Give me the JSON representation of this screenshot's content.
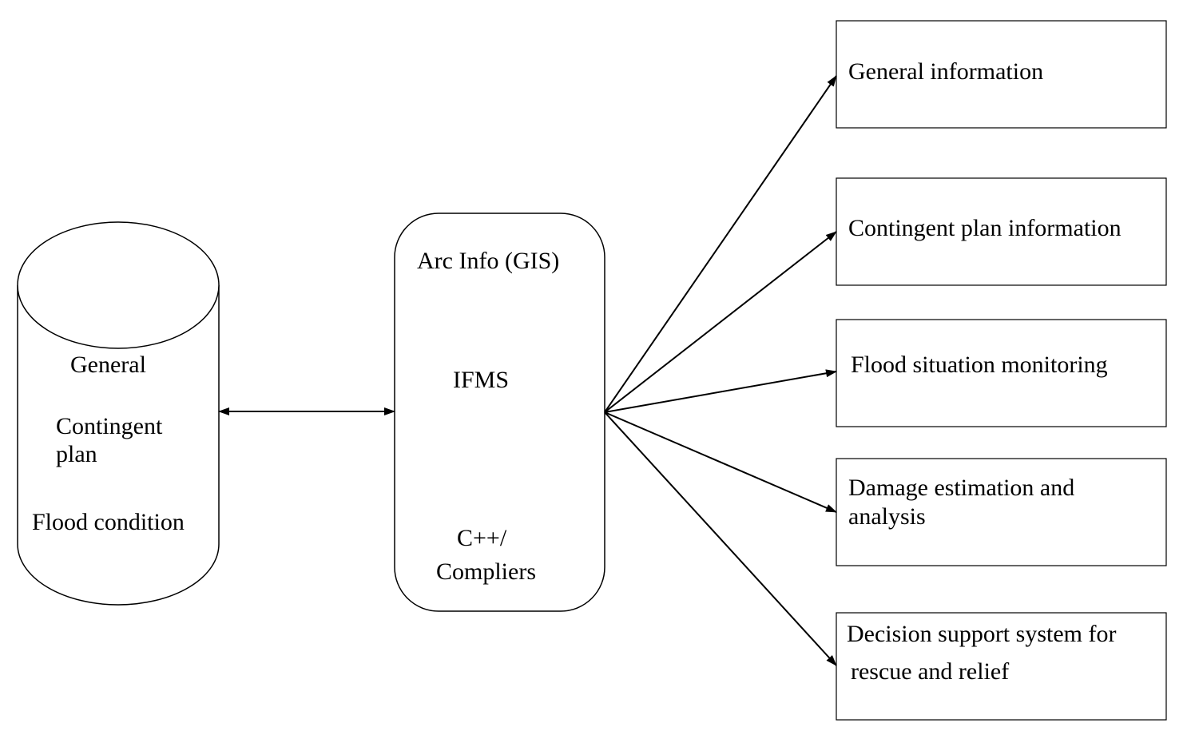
{
  "database": {
    "items": [
      "General",
      "Contingent",
      "plan",
      "Flood condition"
    ]
  },
  "ifms": {
    "top_label": "Arc Info (GIS)",
    "center_label": "IFMS",
    "bottom_label_line1": "C++/",
    "bottom_label_line2": "Compliers"
  },
  "outputs": [
    {
      "line1": "General information",
      "line2": ""
    },
    {
      "line1": "Contingent plan information",
      "line2": ""
    },
    {
      "line1": "Flood situation monitoring",
      "line2": ""
    },
    {
      "line1": "Damage estimation and",
      "line2": "analysis"
    },
    {
      "line1": "Decision support system for",
      "line2": "rescue and relief"
    }
  ],
  "colors": {
    "stroke": "#000000",
    "background": "#ffffff"
  }
}
